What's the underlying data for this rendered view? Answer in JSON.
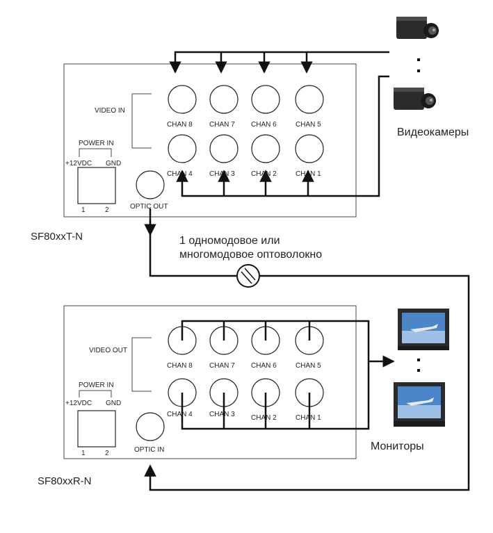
{
  "transmitter": {
    "model": "SF80xxT-N",
    "group_label": "VIDEO IN",
    "channels_top": [
      "CHAN 8",
      "CHAN 7",
      "CHAN 6",
      "CHAN 5"
    ],
    "channels_bottom": [
      "CHAN 4",
      "CHAN 3",
      "CHAN 2",
      "CHAN 1"
    ],
    "power_label": "POWER IN",
    "power_left": "+12VDC",
    "power_right": "GND",
    "pin1": "1",
    "pin2": "2",
    "optic_label": "OPTIC OUT"
  },
  "receiver": {
    "model": "SF80xxR-N",
    "group_label": "VIDEO OUT",
    "channels_top": [
      "CHAN 8",
      "CHAN 7",
      "CHAN 6",
      "CHAN 5"
    ],
    "channels_bottom": [
      "CHAN 4",
      "CHAN 3",
      "CHAN 2",
      "CHAN 1"
    ],
    "power_label": "POWER IN",
    "power_left": "+12VDC",
    "power_right": "GND",
    "pin1": "1",
    "pin2": "2",
    "optic_label": "OPTIC IN"
  },
  "fiber_label_line1": "1 одномодовое или",
  "fiber_label_line2": "многомодовое оптоволокно",
  "cameras_label": "Видеокамеры",
  "monitors_label": "Мониторы",
  "colors": {
    "line": "#111111",
    "device_border": "#444444",
    "screen_sky": "#4a86c8"
  }
}
